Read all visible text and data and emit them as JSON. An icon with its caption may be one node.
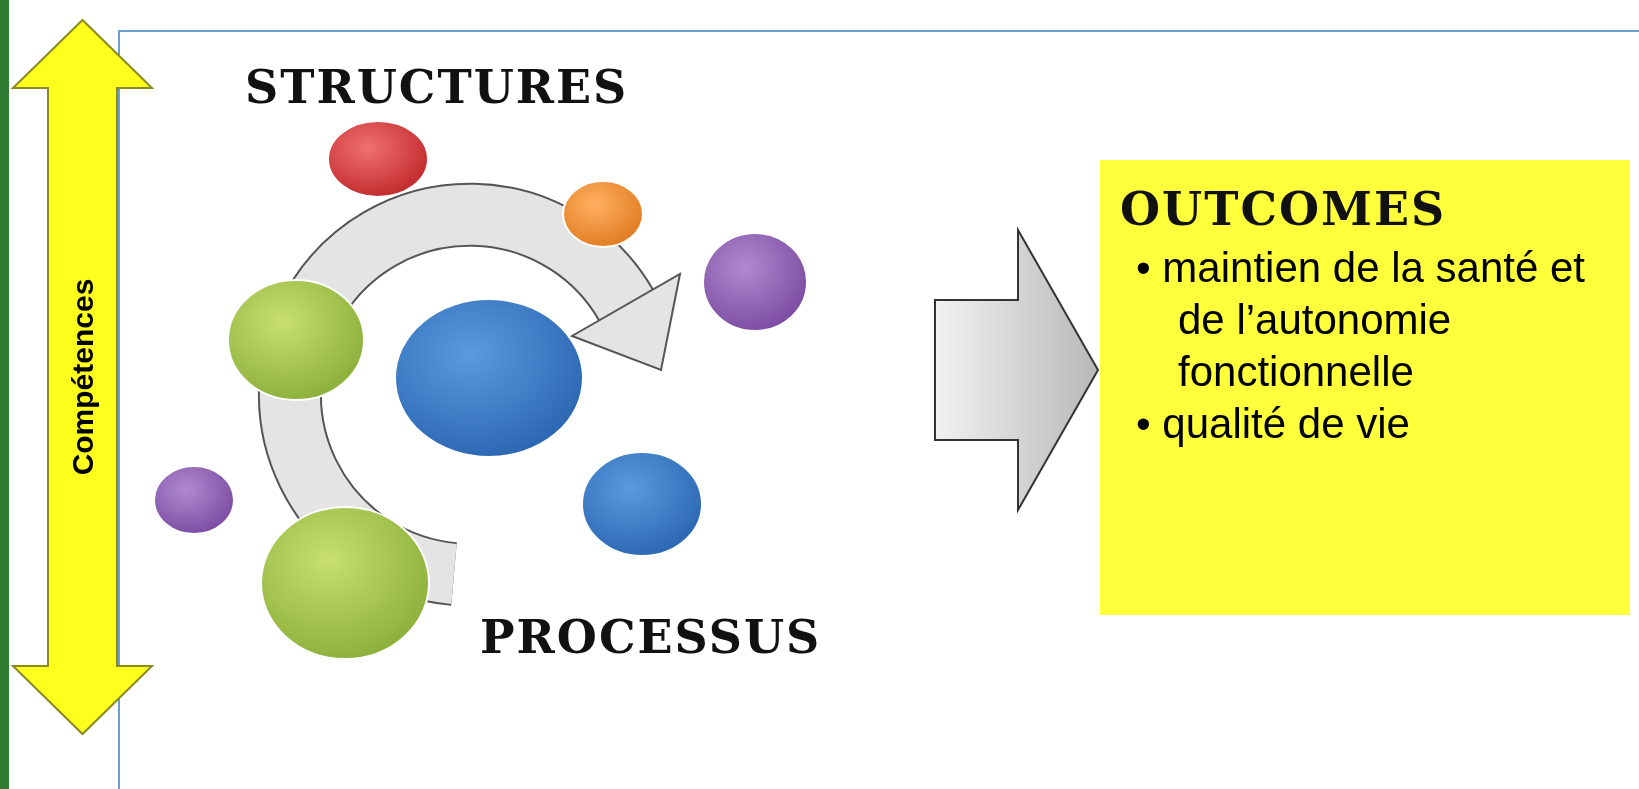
{
  "diagram": {
    "nodes": [
      {
        "text": [
          "Compétences"
        ]
      },
      {
        "text": [
          "STRUCTURES",
          "PROCESSUS"
        ]
      },
      {
        "text": [
          "OUTCOMES",
          "• maintien de la santé et de l’autonomie fonctionnelle",
          "• qualité de vie"
        ]
      }
    ],
    "edges": [
      {
        "from": 1,
        "to": 2,
        "arrow": "to"
      }
    ]
  }
}
